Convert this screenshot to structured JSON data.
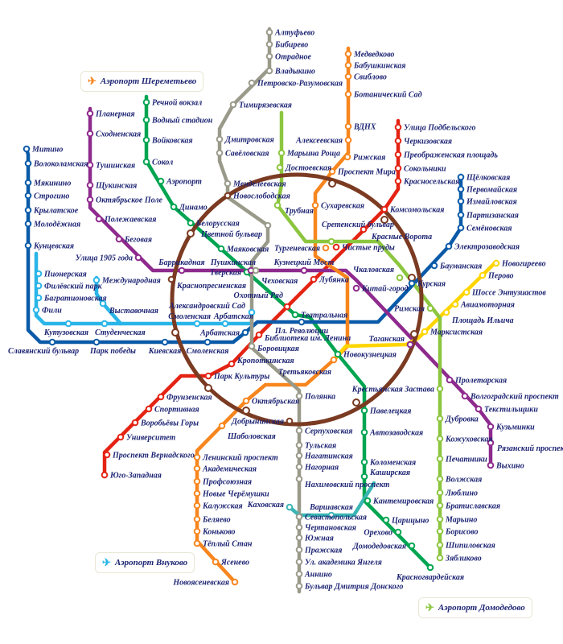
{
  "colors": {
    "red": "#e42313",
    "green": "#00a551",
    "blue": "#0a5aa8",
    "lightblue": "#29b5e8",
    "brown": "#7b3b22",
    "orange": "#f7861e",
    "purple": "#8e2a8d",
    "gray": "#9a9a8a",
    "yellow": "#ffd500",
    "lightgreen": "#8cc63f",
    "teal": "#3ab5b3",
    "label": "#1d2473"
  },
  "lines": [
    {
      "id": "red",
      "stations": [
        "Улица Подбельского",
        "Черкизовская",
        "Преображенская площадь",
        "Сокольники",
        "Красносельская",
        "Комсомольская",
        "Красные Ворота",
        "Чистые пруды",
        "Лубянка",
        "Охотный Ряд",
        "Библиотека им. Ленина",
        "Кропоткинская",
        "Парк Культуры",
        "Фрунзенская",
        "Спортивная",
        "Воробьёвы Горы",
        "Университет",
        "Проспект Вернадского",
        "Юго-Западная"
      ]
    },
    {
      "id": "green",
      "stations": [
        "Речной вокзал",
        "Водный стадион",
        "Войковская",
        "Сокол",
        "Аэропорт",
        "Динамо",
        "Белорусская",
        "Маяковская",
        "Тверская",
        "Театральная",
        "Новокузнецкая",
        "Павелецкая",
        "Автозаводская",
        "Коломенская",
        "Каширская",
        "Кантемировская",
        "Царицыно",
        "Орехово",
        "Домодедовская",
        "Красногвардейская"
      ]
    },
    {
      "id": "blue",
      "stations": [
        "Митино",
        "Волоколамская",
        "Мякинино",
        "Строгино",
        "Крылатское",
        "Молодёжная",
        "Кунцевская",
        "Славянский бульвар",
        "Парк победы",
        "Киевская",
        "Смоленская",
        "Арбатская",
        "Пл. Революции",
        "Курская",
        "Бауманская",
        "Электрозаводская",
        "Семёновская",
        "Партизанская",
        "Измайловская",
        "Первомайская",
        "Щёлковская"
      ]
    },
    {
      "id": "lightblue",
      "stations": [
        "Пионерская",
        "Филёвский парк",
        "Багратионовская",
        "Фили",
        "Кутузовская",
        "Студенческая",
        "Смоленская",
        "Арбатская",
        "Александровский Сад",
        "Международная",
        "Выставочная"
      ]
    },
    {
      "id": "purple",
      "stations": [
        "Планерная",
        "Сходненская",
        "Тушинская",
        "Щукинская",
        "Октябрьское Поле",
        "Полежаевская",
        "Беговая",
        "Улица 1905 года",
        "Баррикадная",
        "Пушкинская",
        "Кузнецкий Мост",
        "Китай-город",
        "Таганская",
        "Пролетарская",
        "Волгоградский проспект",
        "Текстильщики",
        "Кузьминки",
        "Рязанский проспект",
        "Выхино"
      ]
    },
    {
      "id": "orange",
      "stations": [
        "Медведково",
        "Бабушкинская",
        "Свиблово",
        "Ботанический Сад",
        "ВДНХ",
        "Алексеевская",
        "Рижская",
        "Проспект Мира",
        "Сухаревская",
        "Тургеневская",
        "Третьяковская",
        "Октябрьская",
        "Шаболовская",
        "Ленинский проспект",
        "Академическая",
        "Профсоюзная",
        "Новые Черёмушки",
        "Калужская",
        "Беляево",
        "Коньково",
        "Тёплый Стан",
        "Ясенево",
        "Новоясеневская"
      ]
    },
    {
      "id": "gray",
      "stations": [
        "Алтуфьево",
        "Бибирево",
        "Отрадное",
        "Владыкино",
        "Петровско-Разумовская",
        "Тимирязевская",
        "Дмитровская",
        "Савёловская",
        "Менделеевская",
        "Цветной бульвар",
        "Чеховская",
        "Боровицкая",
        "Полянка",
        "Серпуховская",
        "Тульская",
        "Нагатинская",
        "Нагорная",
        "Нахимовский проспект",
        "Севастопольская",
        "Чертановская",
        "Южная",
        "Пражская",
        "Ул. академика Янгеля",
        "Аннино",
        "Бульвар Дмитрия Донского"
      ]
    },
    {
      "id": "yellow",
      "stations": [
        "Новогиреево",
        "Перово",
        "Шоссе Энтузиастов",
        "Авиамоторная",
        "Площадь Ильича",
        "Марксистская"
      ]
    },
    {
      "id": "lightgreen",
      "stations": [
        "Марьина Роща",
        "Достоевская",
        "Трубная",
        "Сретенский бульвар",
        "Чкаловская",
        "Римская",
        "Крестьянская Застава",
        "Дубровка",
        "Кожуховская",
        "Печатники",
        "Волжская",
        "Люблино",
        "Братиславская",
        "Марьино",
        "Борисово",
        "Шипиловская",
        "Зябликово"
      ]
    },
    {
      "id": "teal",
      "stations": [
        "Каховская",
        "Варшавская"
      ]
    },
    {
      "id": "brown",
      "stations": [
        "Краснопресненская",
        "Новослободская",
        "Добрынинская"
      ]
    }
  ],
  "airports": [
    {
      "name": "Аэропорт Шереметьево",
      "icon": "airplane-icon"
    },
    {
      "name": "Аэропорт Внуково",
      "icon": "airplane-icon"
    },
    {
      "name": "Аэропорт Домодедово",
      "icon": "airplane-icon"
    }
  ]
}
